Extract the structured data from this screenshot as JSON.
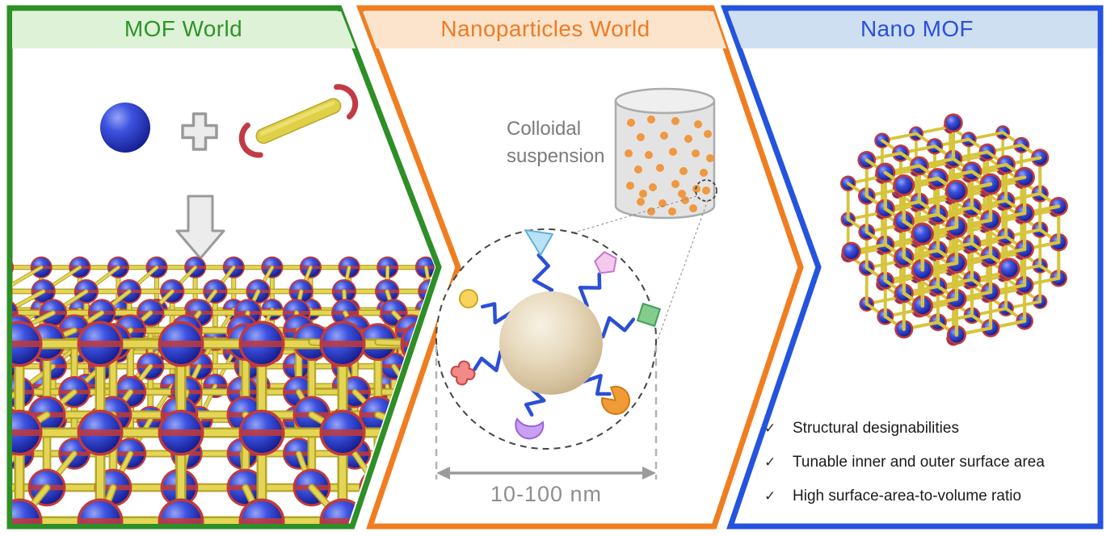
{
  "figure": {
    "panels": {
      "mof_world": {
        "title": "MOF World"
      },
      "nanoparticles_world": {
        "title": "Nanoparticles World",
        "colloidal_label": "Colloidal\nsuspension",
        "scale_label": "10-100 nm"
      },
      "nano_mof": {
        "title": "Nano MOF",
        "check_glyph": "✓",
        "features": [
          "Structural designabilities",
          "Tunable inner and outer surface area",
          "High surface-area-to-volume ratio"
        ]
      }
    },
    "colors": {
      "accent_green": "#2d8f26",
      "accent_orange": "#f07d20",
      "accent_blue": "#2453de",
      "header_green_bg": "#def2d7",
      "header_orange_bg": "#fbe4cb",
      "header_blue_bg": "#cedff2",
      "title_green": "#2f9428",
      "title_orange": "#ee7b26",
      "title_blue": "#2a50d9",
      "metal_node_blue": "#2433c8",
      "joint_red": "#c23a3a",
      "linker_yellow": "#d6c53c",
      "linker_yellow_dark": "#b4a428",
      "linker_yellow_light": "#e4d654",
      "nanoparticle_tan": "#d9c6a3",
      "ligand_blue": "#2b4fd6",
      "dot_orange": "#ef9437",
      "beaker_gray": "#e3e3e3",
      "beaker_stroke": "#ababab",
      "plus_arrow_fill": "#ececec",
      "plus_arrow_stroke": "#9a9a9a",
      "gray_text": "#7b7b7b",
      "scale_gray": "#8e8e8e",
      "dim_gray": "#9b9b9b",
      "check_text": "#1b1b1b",
      "ligand_ends": {
        "triangle": "#b9e2f7",
        "triangle_stroke": "#62aed8",
        "pentagon": "#f4c9ee",
        "pentagon_stroke": "#c977c9",
        "square": "#84cc8e",
        "square_stroke": "#3f9e52",
        "pacman": "#f09a38",
        "pacman_stroke": "#cf7a16",
        "crescent": "#c9a0f2",
        "crescent_stroke": "#9a62d8",
        "clover": "#f28a8a",
        "clover_stroke": "#c84444",
        "circle": "#f6d45e",
        "circle_stroke": "#cfa31f"
      }
    }
  }
}
